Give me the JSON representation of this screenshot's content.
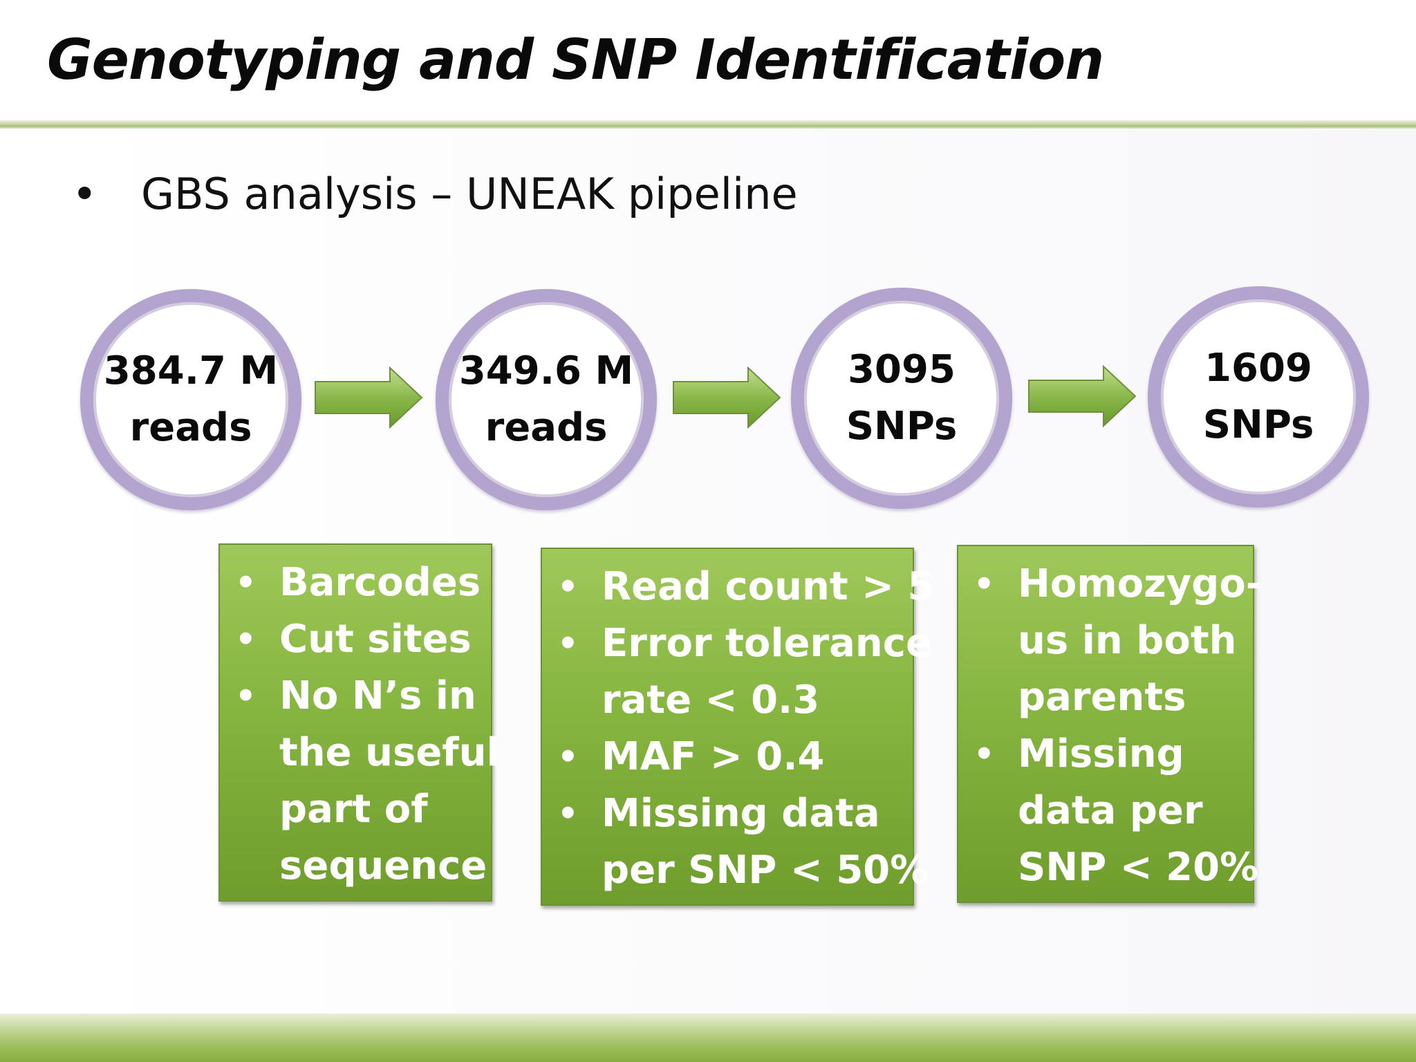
{
  "slide": {
    "title": "Genotyping and SNP Identification",
    "bullet": {
      "symbol": "•",
      "text": "GBS analysis – UNEAK pipeline"
    }
  },
  "pipeline": {
    "stages": [
      {
        "line1": "384.7 M",
        "line2": "reads"
      },
      {
        "line1": "349.6 M",
        "line2": "reads"
      },
      {
        "line1": "3095",
        "line2": "SNPs"
      },
      {
        "line1": "1609",
        "line2": "SNPs"
      }
    ],
    "filters": [
      {
        "items": [
          {
            "lines": [
              "Barcodes"
            ]
          },
          {
            "lines": [
              "Cut sites"
            ]
          },
          {
            "lines": [
              "No N’s in",
              "the useful",
              "part of",
              "sequence"
            ]
          }
        ]
      },
      {
        "items": [
          {
            "lines": [
              "Read count > 5"
            ]
          },
          {
            "lines": [
              "Error tolerance",
              "rate < 0.3"
            ]
          },
          {
            "lines": [
              "MAF > 0.4"
            ]
          },
          {
            "lines": [
              "Missing data",
              "per SNP < 50%"
            ]
          }
        ]
      },
      {
        "items": [
          {
            "lines": [
              "Homozygo-",
              "us in both",
              "parents"
            ]
          },
          {
            "lines": [
              "Missing",
              "data per",
              "SNP < 20%"
            ]
          }
        ]
      }
    ]
  },
  "colors": {
    "ring_border": "#b3a3cf",
    "box_green": "#86b540",
    "arrow_green": "#8ab84a",
    "title_rule": "#c9d8a6"
  },
  "icons": {
    "arrow": "arrow-right-icon"
  }
}
